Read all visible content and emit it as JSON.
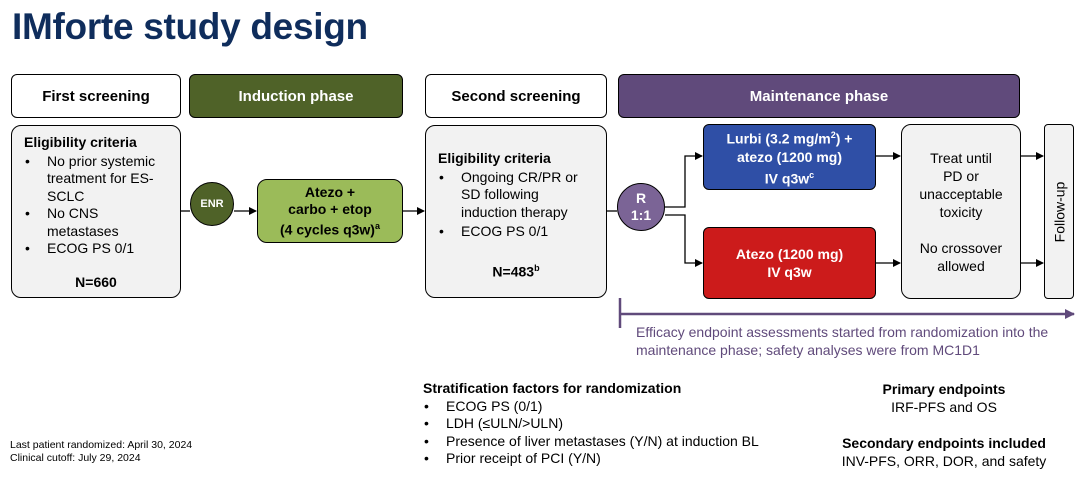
{
  "title": "IMforte study design",
  "phases": {
    "first_screening": "First screening",
    "induction": "Induction phase",
    "second_screening": "Second screening",
    "maintenance": "Maintenance phase"
  },
  "first_box": {
    "heading": "Eligibility criteria",
    "items": [
      "No prior systemic treatment for ES-SCLC",
      "No CNS metastases",
      "ECOG PS 0/1"
    ],
    "n": "N=660"
  },
  "enr": "ENR",
  "induction_box": {
    "line1": "Atezo +",
    "line2": "carbo + etop",
    "line3": "(4 cycles q3w)",
    "sup": "a"
  },
  "second_box": {
    "heading": "Eligibility criteria",
    "items": [
      "Ongoing CR/PR or SD following induction therapy",
      "ECOG PS 0/1"
    ],
    "n": "N=483",
    "n_sup": "b"
  },
  "randomization": {
    "line1": "R",
    "line2": "1:1"
  },
  "arm_blue": {
    "line1_pre": "Lurbi (3.2 mg/m",
    "line1_sup": "2",
    "line1_post": ") +",
    "line2": "atezo (1200 mg)",
    "line3": "IV q3w",
    "line3_sup": "c"
  },
  "arm_red": {
    "line1": "Atezo (1200 mg)",
    "line2": "IV q3w"
  },
  "treat_box": {
    "line1": "Treat until",
    "line2": "PD or",
    "line3": "unacceptable",
    "line4": "toxicity",
    "line5": "No crossover",
    "line6": "allowed"
  },
  "follow_up": "Follow-up",
  "efficacy_note": "Efficacy endpoint assessments started from randomization into the maintenance phase; safety analyses were from MC1D1",
  "stratification": {
    "heading": "Stratification factors for randomization",
    "items": [
      "ECOG PS (0/1)",
      "LDH (≤ULN/>ULN)",
      "Presence of liver metastases (Y/N) at induction BL",
      "Prior receipt of PCI (Y/N)"
    ]
  },
  "primary": {
    "heading": "Primary endpoints",
    "text": "IRF-PFS and OS"
  },
  "secondary": {
    "heading": "Secondary endpoints included",
    "text": "INV-PFS, ORR, DOR, and safety"
  },
  "footnotes": {
    "line1": "Last patient randomized: April 30, 2024",
    "line2": "Clinical cutoff: July 29, 2024"
  },
  "colors": {
    "title": "#0f2d5c",
    "induction_header": "#4f6228",
    "induction_box": "#9bbb59",
    "maintenance_header": "#604a7b",
    "randomization": "#7b6496",
    "arm_blue": "#2f4fa6",
    "arm_red": "#cc1b1b",
    "note": "#604a7b",
    "box_gray": "#f2f2f2"
  }
}
